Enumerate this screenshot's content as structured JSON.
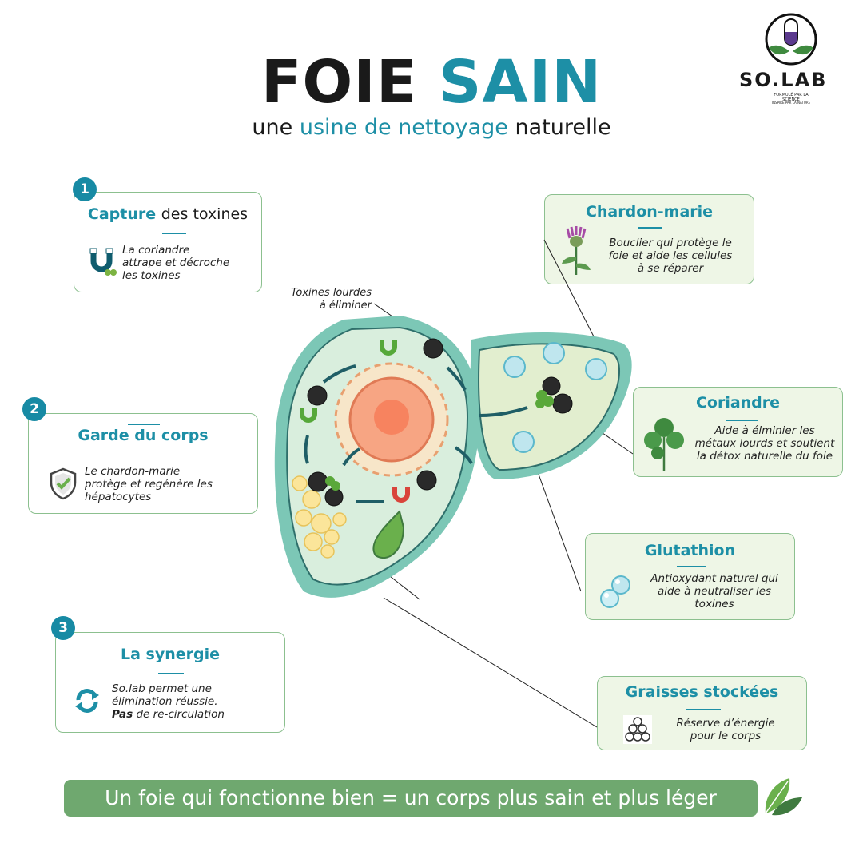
{
  "header": {
    "title_part1": "FOIE",
    "title_part2": "SAIN",
    "subtitle_part1": "une",
    "subtitle_accent": "usine de nettoyage",
    "subtitle_part2": "naturelle"
  },
  "logo": {
    "name": "SO.LAB",
    "tagline1": "FORMULÉ PAR LA SCIENCE",
    "tagline2": "INSPIRÉ PAR LA NATURE"
  },
  "steps": [
    {
      "number": "1",
      "title_accent": "Capture",
      "title_rest": "des toxines",
      "lines": [
        "La coriandre",
        "attrape et décroche",
        "les toxines"
      ],
      "icon": "magnet-icon"
    },
    {
      "number": "2",
      "title": "Garde du corps",
      "lines": [
        "Le chardon-marie",
        "protège et regénère les",
        "hépatocytes"
      ],
      "icon": "shield-check-icon"
    },
    {
      "number": "3",
      "title": "La synergie",
      "lines": [
        "So.lab permet une",
        "élimination réussie."
      ],
      "line3_bold": "Pas",
      "line3_rest": "de re-circulation",
      "icon": "recycle-icon"
    }
  ],
  "callouts": {
    "chardon": {
      "title": "Chardon-marie",
      "lines": [
        "Bouclier qui protège le",
        "foie et aide les cellules",
        "à se réparer"
      ],
      "icon": "thistle-icon"
    },
    "coriandre": {
      "title": "Coriandre",
      "lines": [
        "Aide à élminier les",
        "métaux lourds et soutient",
        "la détox naturelle du foie"
      ],
      "icon": "coriander-leaf-icon"
    },
    "glutathion": {
      "title": "Glutathion",
      "lines": [
        "Antioxydant naturel qui",
        "aide à neutraliser les",
        "toxines"
      ],
      "icon": "bubbles-icon"
    },
    "graisses": {
      "title": "Graisses stockées",
      "lines": [
        "Réserve d’énergie",
        "pour le corps"
      ],
      "icon": "fat-cells-icon"
    }
  },
  "diagram": {
    "toxins_label_1": "Toxines lourdes",
    "toxins_label_2": "à éliminer"
  },
  "footer": {
    "part1": "Un foie qui fonctionne bien",
    "equals": "=",
    "part2": "un corps plus sain et plus léger"
  },
  "colors": {
    "accent": "#1d8fa6",
    "box_border": "#8cc08f",
    "box_fill": "#eef6e6",
    "footer": "#6fa86f"
  }
}
